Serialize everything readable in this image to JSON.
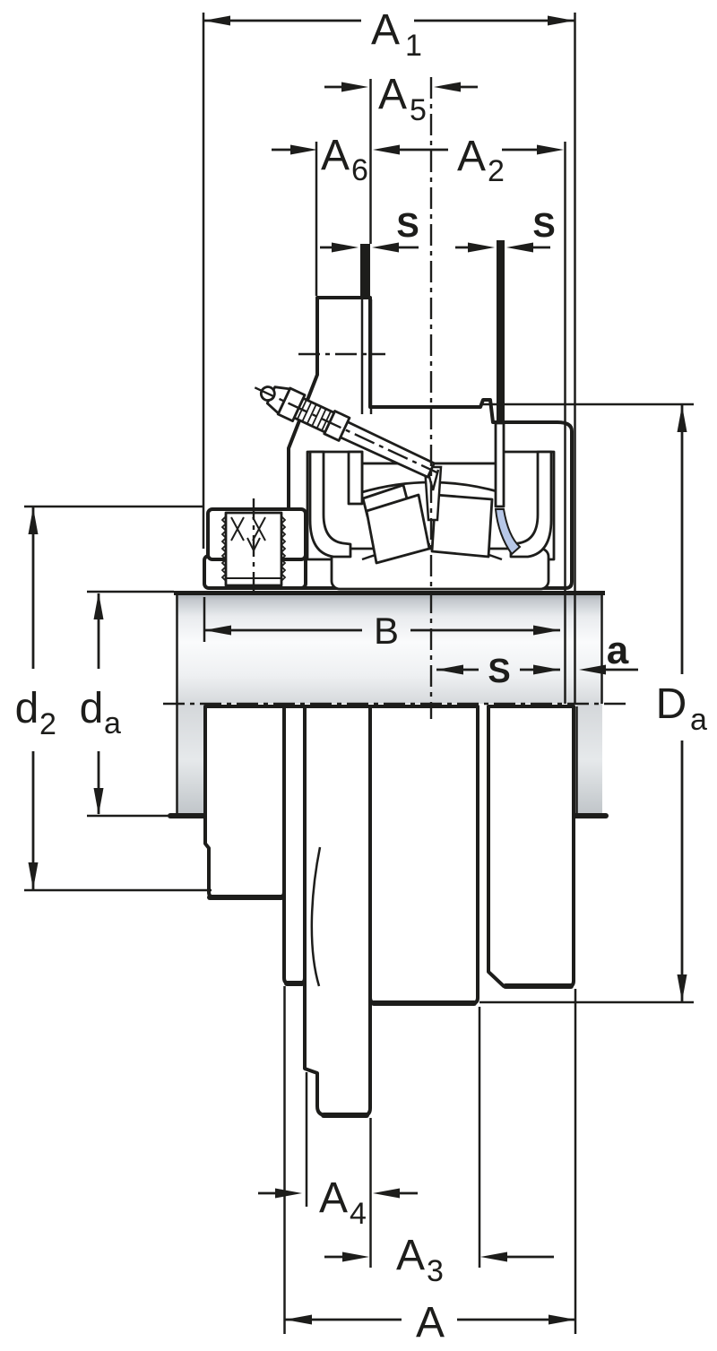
{
  "drawing": {
    "type": "bearing-unit-cross-section",
    "description": "Flanged roller bearing unit section drawing with dimension annotations"
  },
  "colors": {
    "housing_blue": "#b7c7e7",
    "outline": "#1d1d1b",
    "white": "#ffffff",
    "shaft_light": "#fafbfc",
    "shaft_dark": "#9aa0a6"
  },
  "dims": {
    "a1": {
      "main": "A",
      "sub": "1"
    },
    "a5": {
      "main": "A",
      "sub": "5"
    },
    "a6": {
      "main": "A",
      "sub": "6"
    },
    "a2": {
      "main": "A",
      "sub": "2"
    },
    "s_top_left": {
      "main": "S"
    },
    "s_top_right": {
      "main": "S"
    },
    "b": {
      "main": "B"
    },
    "s_shaft": {
      "main": "S"
    },
    "a_offset": {
      "main": "a"
    },
    "d2": {
      "main": "d",
      "sub": "2"
    },
    "da": {
      "main": "d",
      "sub": "a"
    },
    "Da": {
      "main": "D",
      "sub": "a"
    },
    "a4": {
      "main": "A",
      "sub": "4"
    },
    "a3": {
      "main": "A",
      "sub": "3"
    },
    "a_total": {
      "main": "A"
    }
  }
}
